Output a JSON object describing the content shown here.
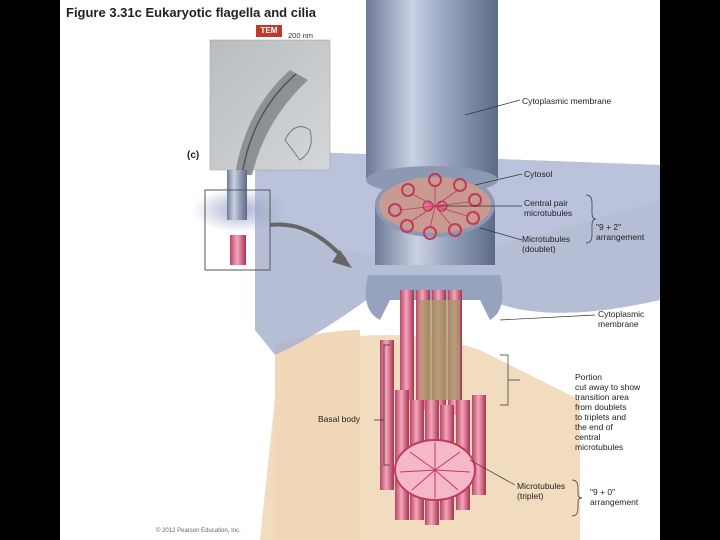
{
  "figure": {
    "number": "Figure 3.31c",
    "title": "Eukaryotic flagella and cilia",
    "panel": "(c)",
    "micrograph_badge": "TEM",
    "scale_bar": "200 nm",
    "copyright": "© 2012 Pearson Education, Inc."
  },
  "labels": {
    "cytoplasmic_membrane_top": "Cytoplasmic membrane",
    "cytosol": "Cytosol",
    "central_pair_1": "Central pair",
    "central_pair_2": "microtubules",
    "doublet_1": "Microtubules",
    "doublet_2": "(doublet)",
    "nine_two_1": "\"9 + 2\"",
    "nine_two_2": "arrangement",
    "cytoplasmic_membrane_2a": "Cytoplasmic",
    "cytoplasmic_membrane_2b": "membrane",
    "portion_1": "Portion",
    "portion_2": "cut away to show",
    "portion_3": "transition area",
    "portion_4": "from doublets",
    "portion_5": "to triplets and",
    "portion_6": "the end of",
    "portion_7": "central",
    "portion_8": "microtubules",
    "basal_body": "Basal body",
    "triplet_1": "Microtubules",
    "triplet_2": "(triplet)",
    "nine_zero_1": "\"9 + 0\"",
    "nine_zero_2": "arrangement"
  },
  "colors": {
    "background": "#000000",
    "slide": "#ffffff",
    "membrane": "#a9b3cf",
    "flagellum": "#8d98b3",
    "microtubule": "#de6f8f",
    "cell_interior": "#f2dcc0",
    "tem_badge": "#c0392b"
  }
}
